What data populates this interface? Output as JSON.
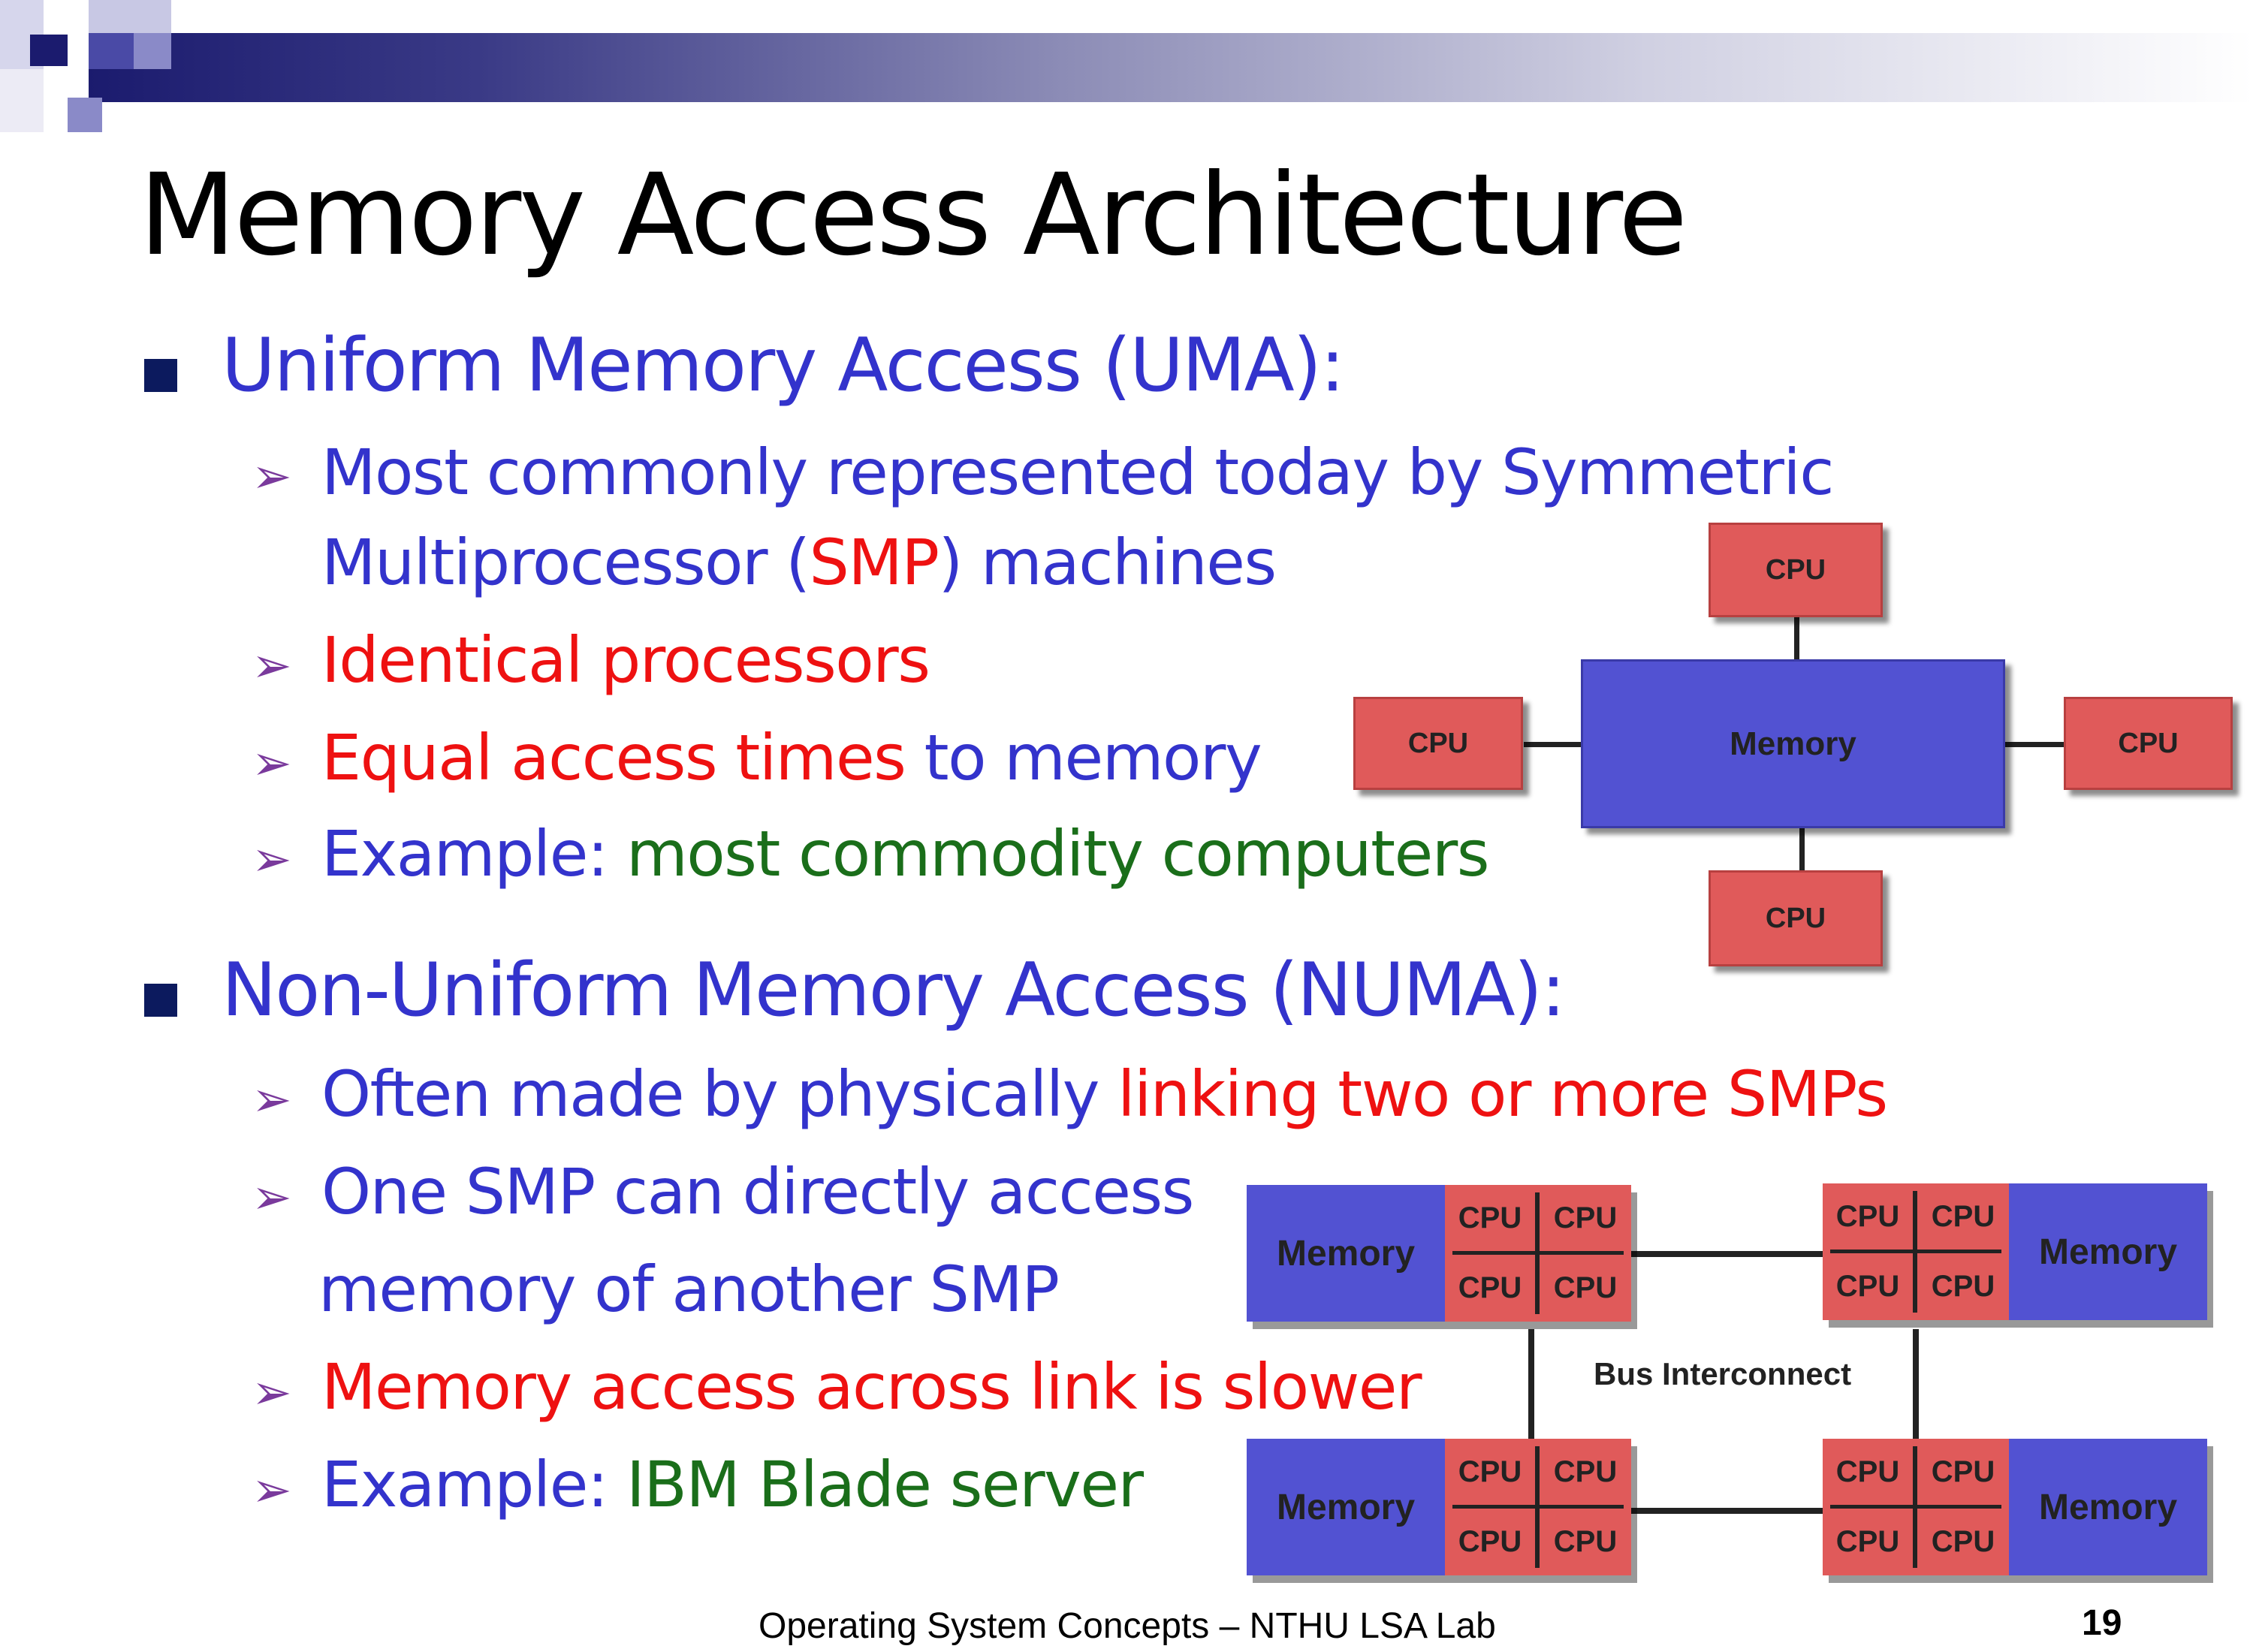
{
  "slide": {
    "title": "Memory Access Architecture",
    "footer": "Operating System Concepts – NTHU LSA Lab",
    "page_number": "19"
  },
  "uma": {
    "heading": "Uniform Memory Access (UMA):",
    "points": {
      "p1_line1": "Most commonly represented today by Symmetric",
      "p1_line2_a": "Multiprocessor (",
      "p1_line2_b": "SMP",
      "p1_line2_c": ") machines",
      "p2": "Identical processors",
      "p3_a": "Equal access times",
      "p3_b": " to memory",
      "p4_a": "Example: ",
      "p4_b": "most commodity computers"
    },
    "diagram": {
      "memory": "Memory",
      "cpu_top": "CPU",
      "cpu_left": "CPU",
      "cpu_right": "CPU",
      "cpu_bottom": "CPU"
    }
  },
  "numa": {
    "heading": "Non-Uniform Memory Access (NUMA):",
    "points": {
      "p1_a": "Often made by physically ",
      "p1_b": "linking two or more SMPs",
      "p2_line1": "One SMP can directly access",
      "p2_line2": "memory of another SMP",
      "p3": "Memory access across link is slower",
      "p4_a": "Example: ",
      "p4_b": "IBM Blade server"
    },
    "diagram": {
      "bus_label": "Bus Interconnect",
      "memory_label": "Memory",
      "cpu_label": "CPU"
    }
  },
  "colors": {
    "blue_text": "#3333cc",
    "red_text": "#ee1111",
    "green_text": "#1a6e1a",
    "cpu_fill": "#e05a5a",
    "memory_fill": "#5252d2"
  },
  "icons": {
    "bullet_level1": "square-bullet",
    "bullet_level2": "arrowhead-bullet"
  }
}
